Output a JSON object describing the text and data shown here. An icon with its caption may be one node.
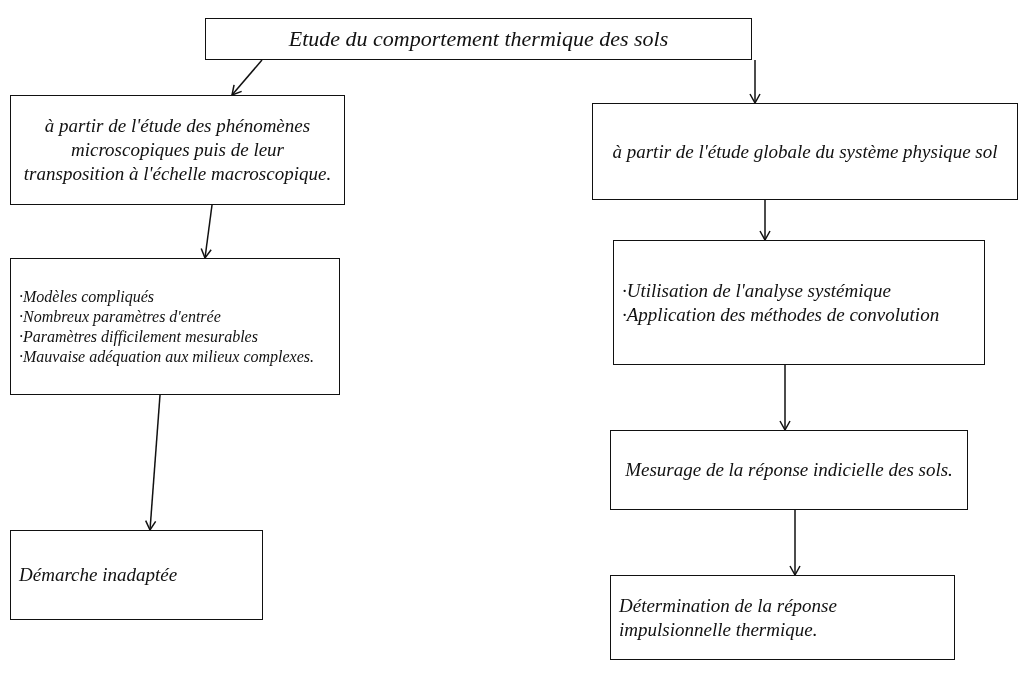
{
  "diagram": {
    "nodes": [
      {
        "text": [
          "Etude du comportement thermique des sols"
        ]
      },
      {
        "text": [
          "à partir de l'étude des phénomènes microscopiques puis de leur transposition à l'échelle macroscopique."
        ]
      },
      {
        "text": [
          "à partir de l'étude globale du système physique sol"
        ]
      },
      {
        "text": [
          "·Modèles compliqués",
          "·Nombreux paramètres d'entrée",
          "·Paramètres difficilement mesurables",
          "·Mauvaise adéquation aux milieux complexes."
        ]
      },
      {
        "text": [
          "Démarche inadaptée"
        ]
      },
      {
        "text": [
          "·Utilisation de l'analyse systémique",
          "·Application des méthodes de convolution"
        ]
      },
      {
        "text": [
          "Mesurage de la réponse indicielle des sols."
        ]
      },
      {
        "text": [
          "Détermination de la réponse impulsionnelle thermique."
        ]
      }
    ],
    "edges": [
      {
        "from": 0,
        "to": 1,
        "arrow": "to"
      },
      {
        "from": 0,
        "to": 2,
        "arrow": "to"
      },
      {
        "from": 1,
        "to": 3,
        "arrow": "to"
      },
      {
        "from": 3,
        "to": 4,
        "arrow": "to"
      },
      {
        "from": 2,
        "to": 5,
        "arrow": "to"
      },
      {
        "from": 5,
        "to": 6,
        "arrow": "to"
      },
      {
        "from": 6,
        "to": 7,
        "arrow": "to"
      }
    ]
  }
}
